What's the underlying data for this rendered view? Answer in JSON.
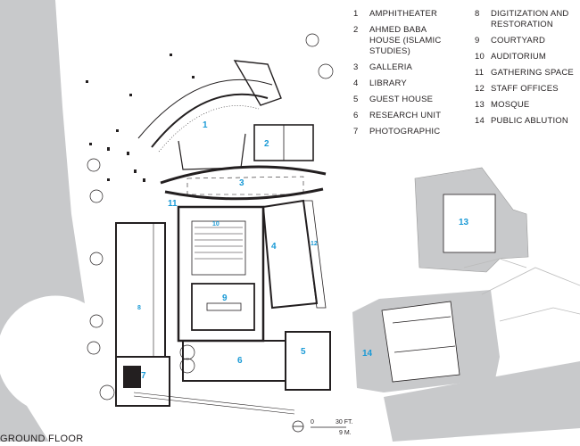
{
  "legend": {
    "items": [
      {
        "num": "1",
        "label": "AMPHITHEATER"
      },
      {
        "num": "2",
        "label": "AHMED BABA HOUSE (ISLAMIC STUDIES)"
      },
      {
        "num": "3",
        "label": "GALLERIA"
      },
      {
        "num": "4",
        "label": "LIBRARY"
      },
      {
        "num": "5",
        "label": "GUEST HOUSE"
      },
      {
        "num": "6",
        "label": "RESEARCH UNIT"
      },
      {
        "num": "7",
        "label": "PHOTOGRAPHIC"
      },
      {
        "num": "8",
        "label": "DIGITIZATION AND RESTORATION"
      },
      {
        "num": "9",
        "label": "COURTYARD"
      },
      {
        "num": "10",
        "label": "AUDITORIUM"
      },
      {
        "num": "11",
        "label": "GATHERING SPACE"
      },
      {
        "num": "12",
        "label": "STAFF OFFICES"
      },
      {
        "num": "13",
        "label": "MOSQUE"
      },
      {
        "num": "14",
        "label": "PUBLIC ABLUTION"
      }
    ]
  },
  "scale": {
    "zero": "0",
    "feet": "30 FT.",
    "meters": "9 M."
  },
  "footer": {
    "title": "GROUND FLOOR"
  },
  "colors": {
    "label_blue": "#1a9ad6",
    "ground_gray": "#c8c9cb",
    "line": "#231f20"
  }
}
